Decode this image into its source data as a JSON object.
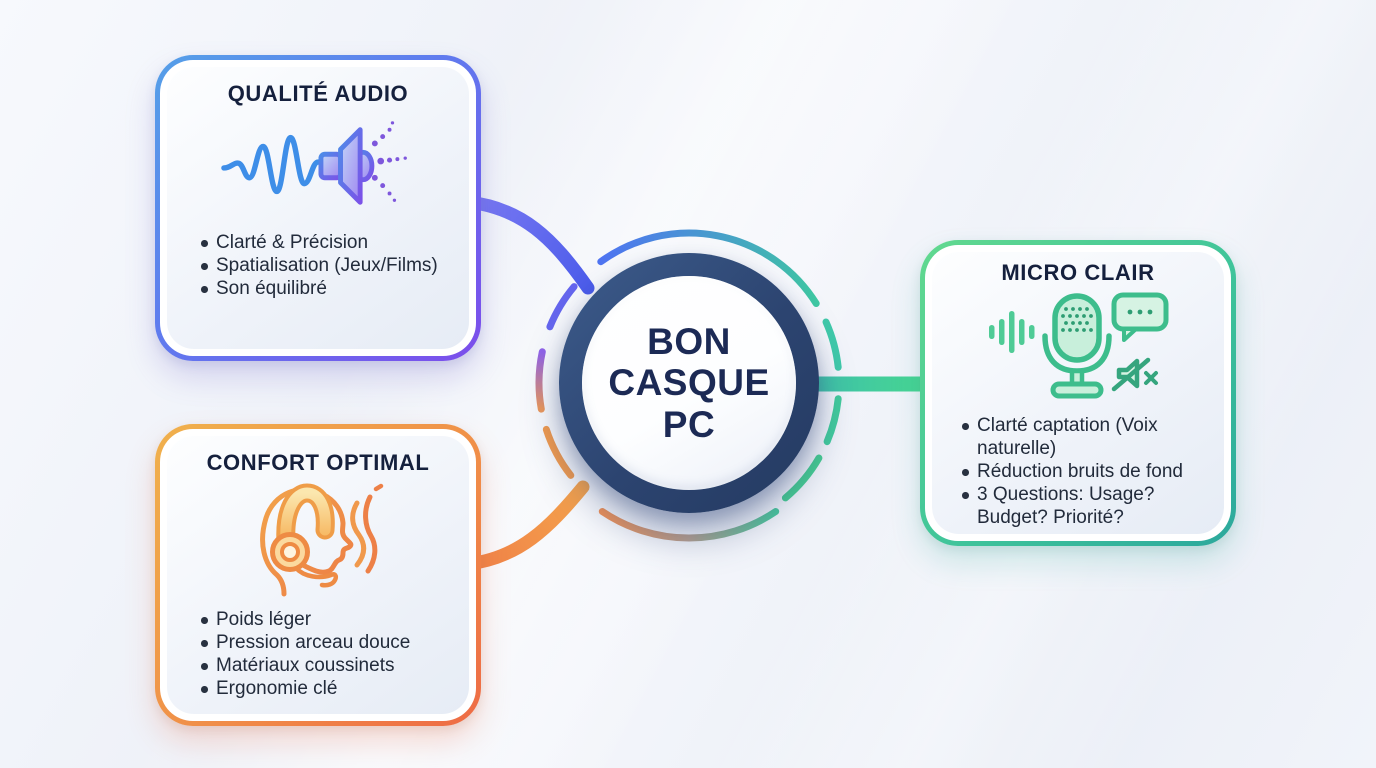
{
  "center": {
    "label": "BON CASQUE PC",
    "line1": "BON",
    "line2": "CASQUE",
    "line3": "PC"
  },
  "cards": {
    "audio": {
      "title": "QUALITÉ AUDIO",
      "icon": "speaker-sound-wave-icon",
      "bullets": [
        "Clarté & Précision",
        "Spatialisation (Jeux/Films)",
        "Son équilibré"
      ],
      "accent_start": "#55a0e8",
      "accent_end": "#7c4deb"
    },
    "confort": {
      "title": "CONFORT OPTIMAL",
      "icon": "headphones-on-head-icon",
      "bullets": [
        "Poids léger",
        "Pression arceau douce",
        "Matériaux coussinets",
        "Ergonomie clé"
      ],
      "accent_start": "#f0b14c",
      "accent_end": "#ee6b45"
    },
    "micro": {
      "title": "MICRO CLAIR",
      "icon": "microphone-speech-mute-icon",
      "bullets": [
        "Clarté captation (Voix naturelle)",
        "Réduction bruits de fond",
        "3 Questions: Usage? Budget? Priorité?"
      ],
      "accent_start": "#62d98f",
      "accent_end": "#2ca89c"
    }
  },
  "colors": {
    "center_ring": "#2c4470",
    "center_text": "#1c2a55",
    "card_title": "#15203d",
    "bullet_text": "#222b3b",
    "background": "#eef1f8",
    "connector_audio": "#5e6cef",
    "connector_confort": "#f2914a",
    "connector_micro": "#41cb9e"
  }
}
